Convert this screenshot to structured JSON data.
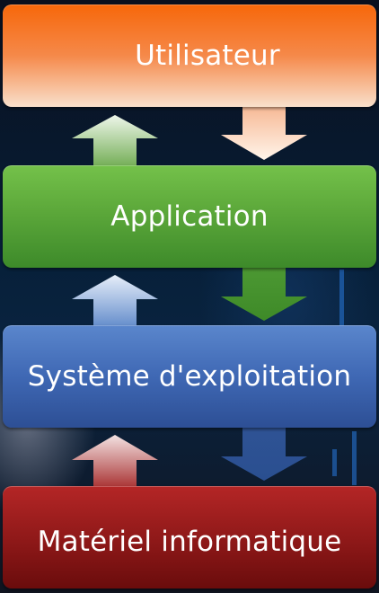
{
  "layers": [
    {
      "id": "user",
      "label": "Utilisateur",
      "color": "#f7670a"
    },
    {
      "id": "app",
      "label": "Application",
      "color": "#5ca83a"
    },
    {
      "id": "os",
      "label": "Système d'exploitation",
      "color": "#3f68b4"
    },
    {
      "id": "hw",
      "label": "Matériel informatique",
      "color": "#8d1818"
    }
  ]
}
